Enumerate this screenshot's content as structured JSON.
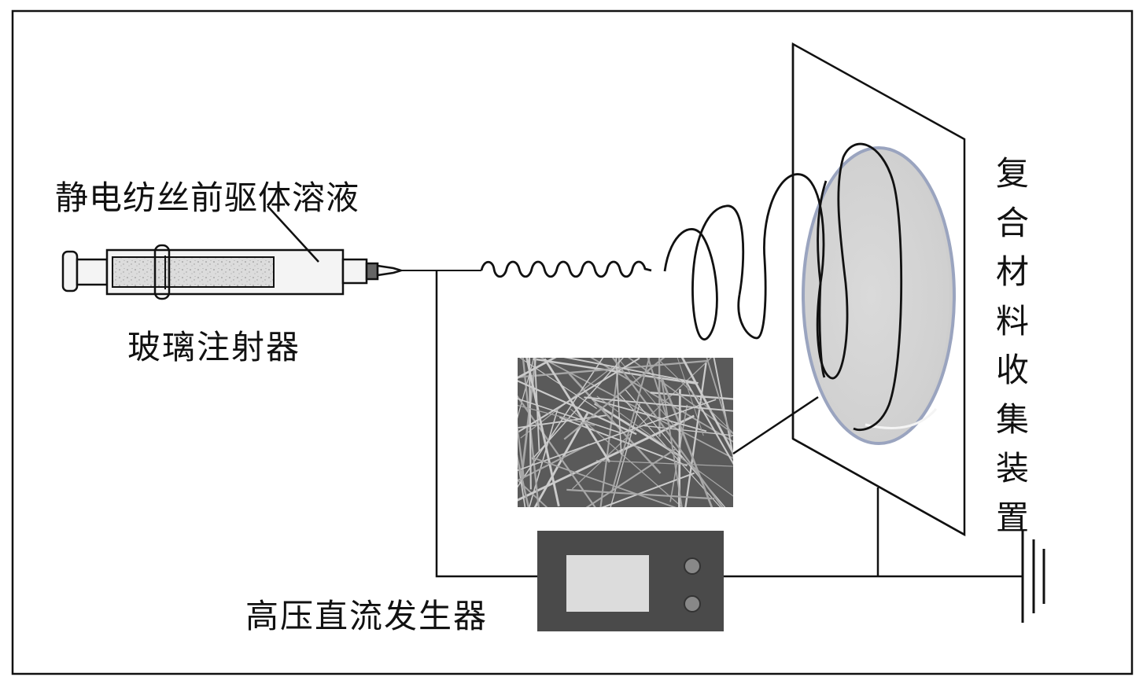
{
  "labels": {
    "precursor_solution": "静电纺丝前驱体溶液",
    "glass_syringe": "玻璃注射器",
    "hv_dc_generator": "高压直流发生器",
    "collector": "复合材料收集装置"
  },
  "colors": {
    "line": "#111111",
    "barrel": "#f4f4f4",
    "solution": "#dcdcdc",
    "generator_body": "#4a4a4a",
    "generator_screen": "#dcdcdc",
    "collector_disc": "#d6d6d6",
    "collector_rim": "#9aa4bf",
    "fiber_bg": "#5a5a5a"
  },
  "icons": {
    "ground": "ground-icon",
    "knob": "knob-icon"
  }
}
